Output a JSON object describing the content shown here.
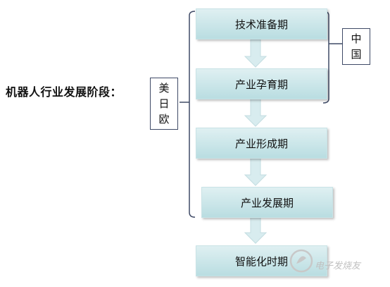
{
  "title": "机器人行业发展阶段：",
  "stages": [
    "技术准备期",
    "产业孕育期",
    "产业形成期",
    "产业发展期",
    "智能化时期"
  ],
  "tag_meiriou": [
    "美",
    "日",
    "欧"
  ],
  "tag_china": [
    "中",
    "国"
  ],
  "watermark": "电子发烧友",
  "colors": {
    "stage_fill": "#c6e4e8",
    "arrow_fill": "#d3eaee",
    "bracket": "#3f4a66"
  }
}
